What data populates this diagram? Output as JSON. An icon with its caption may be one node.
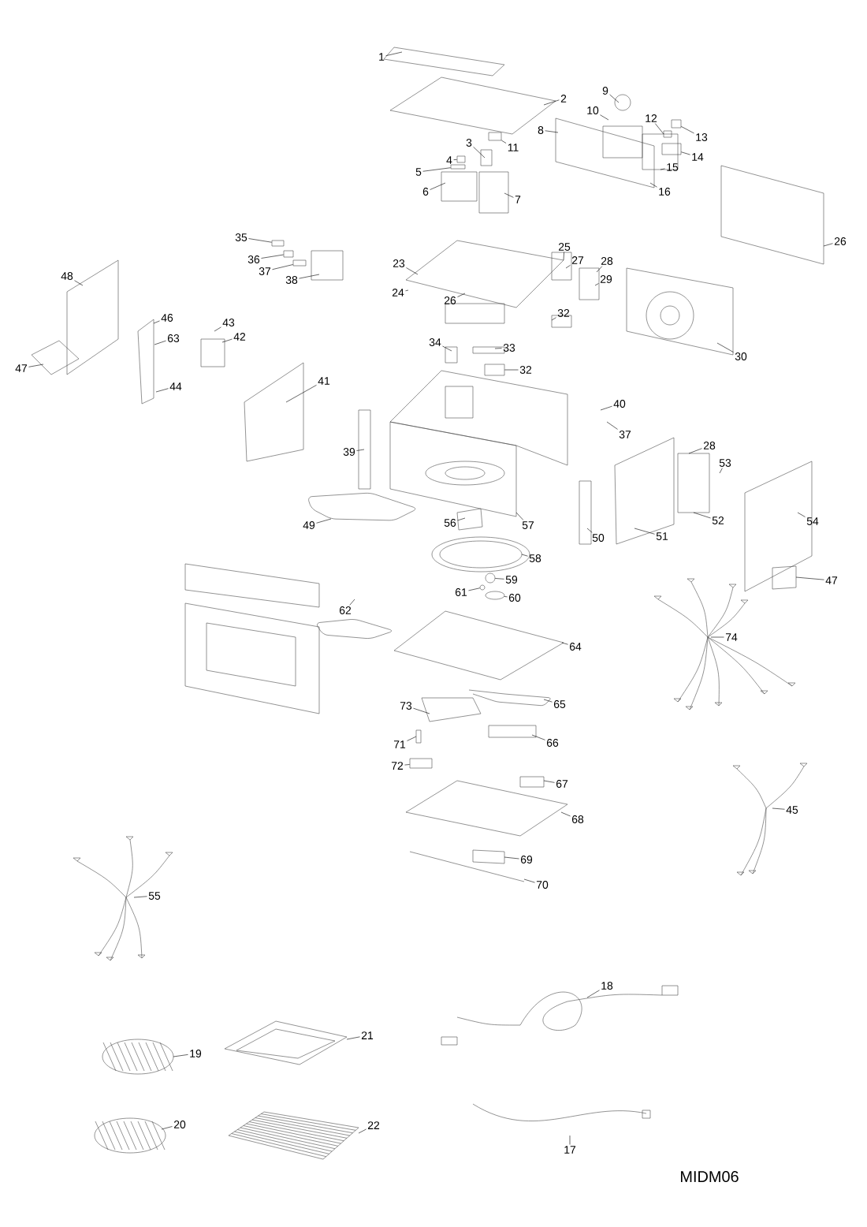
{
  "diagram": {
    "nodes": [
      {
        "text": [
          "1"
        ]
      },
      {
        "text": [
          "2"
        ]
      },
      {
        "text": [
          "3"
        ]
      },
      {
        "text": [
          "11"
        ]
      },
      {
        "text": [
          "4"
        ]
      },
      {
        "text": [
          "5"
        ]
      },
      {
        "text": [
          "6"
        ]
      },
      {
        "text": [
          "7"
        ]
      },
      {
        "text": [
          "8"
        ]
      },
      {
        "text": [
          "9"
        ]
      },
      {
        "text": [
          "10"
        ]
      },
      {
        "text": [
          "12"
        ]
      },
      {
        "text": [
          "13"
        ]
      },
      {
        "text": [
          "14"
        ]
      },
      {
        "text": [
          "15"
        ]
      },
      {
        "text": [
          "16"
        ]
      },
      {
        "text": [
          "26"
        ]
      },
      {
        "text": [
          "35"
        ]
      },
      {
        "text": [
          "36"
        ]
      },
      {
        "text": [
          "37"
        ]
      },
      {
        "text": [
          "38"
        ]
      },
      {
        "text": [
          "23"
        ]
      },
      {
        "text": [
          "24"
        ]
      },
      {
        "text": [
          "25"
        ]
      },
      {
        "text": [
          "27"
        ]
      },
      {
        "text": [
          "28"
        ]
      },
      {
        "text": [
          "29"
        ]
      },
      {
        "text": [
          "26"
        ]
      },
      {
        "text": [
          "32"
        ]
      },
      {
        "text": [
          "30"
        ]
      },
      {
        "text": [
          "48"
        ]
      },
      {
        "text": [
          "46"
        ]
      },
      {
        "text": [
          "63"
        ]
      },
      {
        "text": [
          "43"
        ]
      },
      {
        "text": [
          "42"
        ]
      },
      {
        "text": [
          "47"
        ]
      },
      {
        "text": [
          "44"
        ]
      },
      {
        "text": [
          "41"
        ]
      },
      {
        "text": [
          "34"
        ]
      },
      {
        "text": [
          "33"
        ]
      },
      {
        "text": [
          "32"
        ]
      },
      {
        "text": [
          "40"
        ]
      },
      {
        "text": [
          "37"
        ]
      },
      {
        "text": [
          "39"
        ]
      },
      {
        "text": [
          "28"
        ]
      },
      {
        "text": [
          "53"
        ]
      },
      {
        "text": [
          "52"
        ]
      },
      {
        "text": [
          "54"
        ]
      },
      {
        "text": [
          "50"
        ]
      },
      {
        "text": [
          "51"
        ]
      },
      {
        "text": [
          "49"
        ]
      },
      {
        "text": [
          "56"
        ]
      },
      {
        "text": [
          "57"
        ]
      },
      {
        "text": [
          "58"
        ]
      },
      {
        "text": [
          "59"
        ]
      },
      {
        "text": [
          "61"
        ]
      },
      {
        "text": [
          "60"
        ]
      },
      {
        "text": [
          "47"
        ]
      },
      {
        "text": [
          "74"
        ]
      },
      {
        "text": [
          "62"
        ]
      },
      {
        "text": [
          "64"
        ]
      },
      {
        "text": [
          "65"
        ]
      },
      {
        "text": [
          "73"
        ]
      },
      {
        "text": [
          "71"
        ]
      },
      {
        "text": [
          "66"
        ]
      },
      {
        "text": [
          "72"
        ]
      },
      {
        "text": [
          "67"
        ]
      },
      {
        "text": [
          "68"
        ]
      },
      {
        "text": [
          "45"
        ]
      },
      {
        "text": [
          "69"
        ]
      },
      {
        "text": [
          "70"
        ]
      },
      {
        "text": [
          "55"
        ]
      },
      {
        "text": [
          "18"
        ]
      },
      {
        "text": [
          "19"
        ]
      },
      {
        "text": [
          "21"
        ]
      },
      {
        "text": [
          "20"
        ]
      },
      {
        "text": [
          "22"
        ]
      },
      {
        "text": [
          "17"
        ]
      },
      {
        "text": [],
        "shape": "box"
      },
      {
        "text": [],
        "shape": "box"
      },
      {
        "text": [],
        "shape": "box"
      },
      {
        "text": [],
        "shape": "box"
      },
      {
        "text": [],
        "shape": "box"
      },
      {
        "text": [],
        "shape": "box"
      },
      {
        "text": [],
        "shape": "box"
      },
      {
        "text": [],
        "shape": "box"
      },
      {
        "text": [],
        "shape": "circle"
      },
      {
        "text": [],
        "shape": "circle"
      },
      {
        "text": [],
        "shape": "circle"
      },
      {
        "text": [],
        "shape": "box"
      },
      {
        "text": [],
        "shape": "box"
      }
    ],
    "edges": [
      {
        "from": 0,
        "to": null,
        "arrow": "none"
      },
      {
        "from": 1,
        "to": null,
        "arrow": "none"
      },
      {
        "from": 2,
        "to": null,
        "arrow": "none"
      },
      {
        "from": 3,
        "to": 90,
        "arrow": "none"
      },
      {
        "from": 4,
        "to": 78,
        "arrow": "none"
      },
      {
        "from": 5,
        "to": 79,
        "arrow": "none"
      },
      {
        "from": 6,
        "to": null,
        "arrow": "none"
      },
      {
        "from": 7,
        "to": null,
        "arrow": "none"
      },
      {
        "from": 8,
        "to": null,
        "arrow": "none"
      },
      {
        "from": 9,
        "to": null,
        "arrow": "none"
      },
      {
        "from": 10,
        "to": null,
        "arrow": "none"
      },
      {
        "from": 11,
        "to": null,
        "arrow": "none"
      },
      {
        "from": 12,
        "to": 80,
        "arrow": "none"
      },
      {
        "from": 13,
        "to": 81,
        "arrow": "none"
      },
      {
        "from": 14,
        "to": null,
        "arrow": "none"
      },
      {
        "from": 15,
        "to": null,
        "arrow": "none"
      },
      {
        "from": 16,
        "to": null,
        "arrow": "none"
      },
      {
        "from": 17,
        "to": 82,
        "arrow": "none"
      },
      {
        "from": 18,
        "to": 83,
        "arrow": "none"
      },
      {
        "from": 19,
        "to": 84,
        "arrow": "none"
      },
      {
        "from": 20,
        "to": null,
        "arrow": "none"
      },
      {
        "from": 21,
        "to": null,
        "arrow": "none"
      },
      {
        "from": 22,
        "to": null,
        "arrow": "none"
      },
      {
        "from": 23,
        "to": null,
        "arrow": "none"
      },
      {
        "from": 24,
        "to": null,
        "arrow": "none"
      },
      {
        "from": 25,
        "to": null,
        "arrow": "none"
      },
      {
        "from": 26,
        "to": null,
        "arrow": "none"
      },
      {
        "from": 27,
        "to": null,
        "arrow": "none"
      },
      {
        "from": 28,
        "to": null,
        "arrow": "none"
      },
      {
        "from": 29,
        "to": null,
        "arrow": "none"
      },
      {
        "from": 30,
        "to": null,
        "arrow": "none"
      },
      {
        "from": 31,
        "to": null,
        "arrow": "none"
      },
      {
        "from": 32,
        "to": null,
        "arrow": "none"
      },
      {
        "from": 33,
        "to": null,
        "arrow": "none"
      },
      {
        "from": 34,
        "to": null,
        "arrow": "none"
      },
      {
        "from": 35,
        "to": null,
        "arrow": "none"
      },
      {
        "from": 36,
        "to": null,
        "arrow": "none"
      },
      {
        "from": 37,
        "to": null,
        "arrow": "none"
      },
      {
        "from": 38,
        "to": null,
        "arrow": "none"
      },
      {
        "from": 39,
        "to": null,
        "arrow": "none"
      },
      {
        "from": 40,
        "to": 85,
        "arrow": "none"
      },
      {
        "from": 41,
        "to": null,
        "arrow": "none"
      },
      {
        "from": 42,
        "to": null,
        "arrow": "none"
      },
      {
        "from": 43,
        "to": null,
        "arrow": "none"
      },
      {
        "from": 44,
        "to": null,
        "arrow": "none"
      },
      {
        "from": 45,
        "to": null,
        "arrow": "none"
      },
      {
        "from": 46,
        "to": null,
        "arrow": "none"
      },
      {
        "from": 47,
        "to": null,
        "arrow": "none"
      },
      {
        "from": 48,
        "to": null,
        "arrow": "none"
      },
      {
        "from": 49,
        "to": null,
        "arrow": "none"
      },
      {
        "from": 50,
        "to": null,
        "arrow": "none"
      },
      {
        "from": 51,
        "to": null,
        "arrow": "none"
      },
      {
        "from": 52,
        "to": null,
        "arrow": "none"
      },
      {
        "from": 53,
        "to": null,
        "arrow": "none"
      },
      {
        "from": 54,
        "to": 86,
        "arrow": "none"
      },
      {
        "from": 55,
        "to": 87,
        "arrow": "none"
      },
      {
        "from": 56,
        "to": 88,
        "arrow": "none"
      },
      {
        "from": 57,
        "to": null,
        "arrow": "none"
      },
      {
        "from": 58,
        "to": null,
        "arrow": "none"
      },
      {
        "from": 59,
        "to": null,
        "arrow": "none"
      },
      {
        "from": 60,
        "to": null,
        "arrow": "none"
      },
      {
        "from": 61,
        "to": null,
        "arrow": "none"
      },
      {
        "from": 62,
        "to": null,
        "arrow": "none"
      },
      {
        "from": 63,
        "to": null,
        "arrow": "none"
      },
      {
        "from": 64,
        "to": null,
        "arrow": "none"
      },
      {
        "from": 65,
        "to": 89,
        "arrow": "none"
      },
      {
        "from": 66,
        "to": null,
        "arrow": "none"
      },
      {
        "from": 67,
        "to": null,
        "arrow": "none"
      },
      {
        "from": 68,
        "to": null,
        "arrow": "none"
      },
      {
        "from": 69,
        "to": null,
        "arrow": "none"
      },
      {
        "from": 70,
        "to": null,
        "arrow": "none"
      },
      {
        "from": 71,
        "to": null,
        "arrow": "none"
      },
      {
        "from": 72,
        "to": null,
        "arrow": "none"
      },
      {
        "from": 73,
        "to": null,
        "arrow": "none"
      },
      {
        "from": 74,
        "to": null,
        "arrow": "none"
      },
      {
        "from": 75,
        "to": null,
        "arrow": "none"
      },
      {
        "from": 76,
        "to": null,
        "arrow": "none"
      },
      {
        "from": 77,
        "to": null,
        "arrow": "none"
      }
    ],
    "labels": [
      "MIDM06"
    ]
  }
}
